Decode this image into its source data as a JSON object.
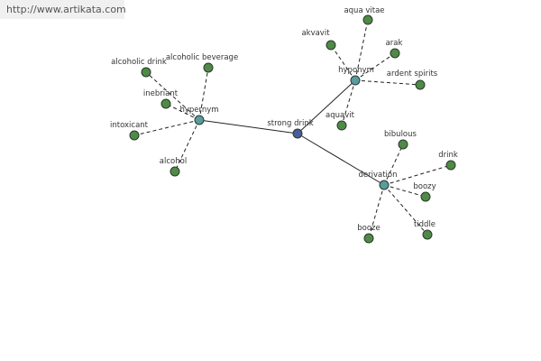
{
  "watermark": "http://www.artikata.com",
  "colors": {
    "center": "#4a5b9a",
    "relation": "#5a9aa0",
    "leaf": "#4f8a47"
  },
  "graph": {
    "center": "strong drink",
    "relations": [
      {
        "id": "hypernym",
        "label": "hypernym",
        "leaves": [
          "alcoholic drink",
          "alcoholic beverage",
          "inebriant",
          "intoxicant",
          "alcohol"
        ]
      },
      {
        "id": "hyponym",
        "label": "hyponym",
        "leaves": [
          "aqua vitae",
          "akvavit",
          "arak",
          "ardent spirits",
          "aquavit"
        ]
      },
      {
        "id": "derivation",
        "label": "derivation",
        "leaves": [
          "bibulous",
          "drink",
          "boozy",
          "tiddle",
          "booze"
        ]
      }
    ]
  }
}
